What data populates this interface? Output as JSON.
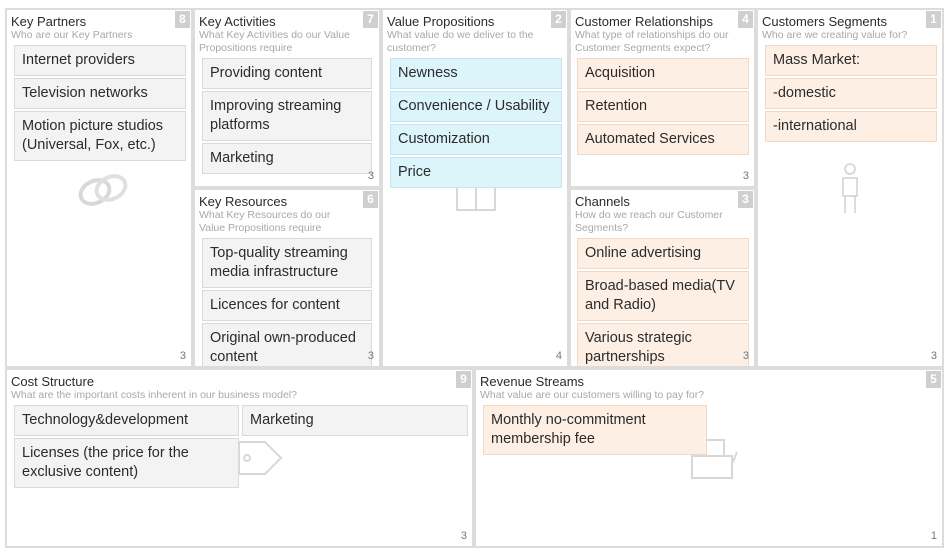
{
  "canvas": {
    "key_partners": {
      "title": "Key Partners",
      "subtitle": "Who are our Key Partners",
      "badge": "8",
      "count": "3",
      "items": [
        "Internet providers",
        "Television networks",
        "Motion picture studios (Universal, Fox, etc.)"
      ]
    },
    "key_activities": {
      "title": "Key Activities",
      "subtitle": "What Key Activities do our Value Propositions require",
      "badge": "7",
      "count": "3",
      "items": [
        "Providing content",
        "Improving streaming platforms",
        "Marketing"
      ]
    },
    "key_resources": {
      "title": "Key Resources",
      "subtitle": "What Key Resources do our Value Propositions require",
      "badge": "6",
      "count": "3",
      "items": [
        "Top-quality streaming media infrastructure",
        "Licences for content",
        "Original own-produced content"
      ]
    },
    "value_propositions": {
      "title": "Value Propositions",
      "subtitle": "What value do we deliver to the customer?",
      "badge": "2",
      "count": "4",
      "items": [
        "Newness",
        "Convenience / Usability",
        "Customization",
        "Price"
      ]
    },
    "customer_relationships": {
      "title": "Customer Relationships",
      "subtitle": "What type of relationships do our Customer Segments expect?",
      "badge": "4",
      "count": "3",
      "items": [
        "Acquisition",
        "Retention",
        "Automated Services"
      ]
    },
    "channels": {
      "title": "Channels",
      "subtitle": "How do we reach our Customer Segments?",
      "badge": "3",
      "count": "3",
      "items": [
        "Online advertising",
        "Broad-based media(TV and Radio)",
        "Various strategic partnerships"
      ]
    },
    "customer_segments": {
      "title": "Customers Segments",
      "subtitle": "Who are we creating value for?",
      "badge": "1",
      "count": "3",
      "items": [
        "Mass Market:",
        "-domestic",
        "-international"
      ]
    },
    "cost_structure": {
      "title": "Cost Structure",
      "subtitle": "What are the important costs inherent in our business model?",
      "badge": "9",
      "count": "3",
      "items": [
        "Technology&development",
        "Marketing",
        "Licenses (the price for the exclusive content)"
      ]
    },
    "revenue_streams": {
      "title": "Revenue Streams",
      "subtitle": "What value are our customers willing to pay for?",
      "badge": "5",
      "count": "1",
      "items": [
        "Monthly no-commitment membership fee"
      ]
    }
  },
  "colors": {
    "note_grey": "#f3f3f3",
    "note_blue": "#dcf5fb",
    "note_peach": "#fdefe3",
    "badge": "#cfcfcf",
    "border": "#dcdcdc"
  },
  "icons": {
    "key_partners": "chain-links-icon",
    "key_activities": "checklist-icon",
    "key_resources": "factory-icon",
    "value_propositions": "gift-box-icon",
    "customer_relationships": "heart-icon",
    "channels": "truck-icon",
    "customer_segments": "person-icon",
    "cost_structure": "price-tag-icon",
    "revenue_streams": "cash-register-icon"
  }
}
